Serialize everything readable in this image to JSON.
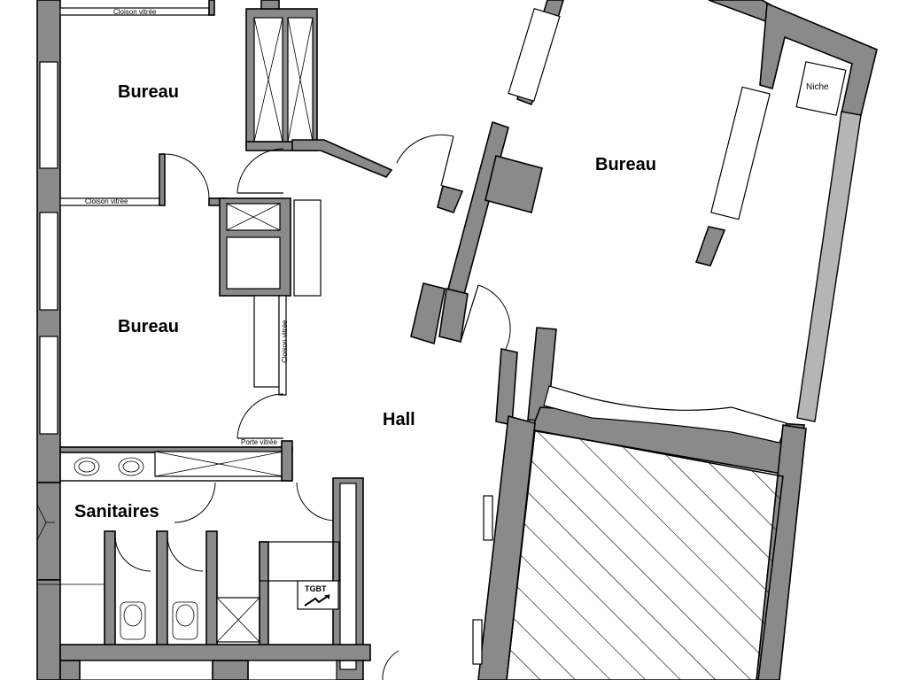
{
  "rooms": {
    "bureau_top_left": "Bureau",
    "bureau_mid_left": "Bureau",
    "bureau_right": "Bureau",
    "hall": "Hall",
    "sanitaires": "Sanitaires"
  },
  "annotations": {
    "cloison_top": "Cloison vitrée",
    "cloison_mid": "Cloison vitrée",
    "cloison_vertical": "Cloison vitrée",
    "porte_vitree": "Porte vitrée",
    "niche": "Niche",
    "tgbt": "TGBT"
  }
}
